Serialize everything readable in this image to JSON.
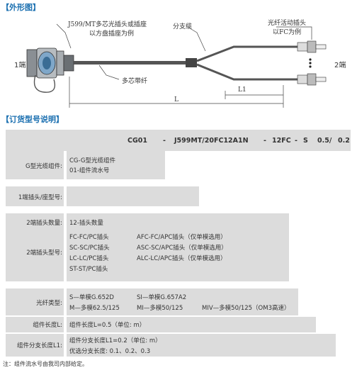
{
  "section1_title": "【外形图】",
  "diagram": {
    "end1": "1端",
    "end2": "2端",
    "connector_label_1": "J599/MT多芯光插头或插座",
    "connector_label_2": "以方盘插座为例",
    "branch_cable": "分支缆",
    "fiber_connector_1": "光纤活动插头",
    "fiber_connector_2": "以FC为例",
    "ribbon_fiber": "多芯带纤",
    "dim_L1": "L1",
    "dim_L": "L"
  },
  "section2_title": "【订货型号说明】",
  "order_code": {
    "parts": [
      "CG01",
      "-",
      "J599MT/20FC12A1N",
      "-",
      "12FC",
      "-",
      "S",
      "0.5/",
      "0.2"
    ]
  },
  "rows": {
    "gtype": {
      "label": "G型光缆组件:",
      "values": [
        "CG-G型光缆组件",
        "01-组件流水号"
      ]
    },
    "end1": {
      "label": "1端插头/座型号:"
    },
    "end2count": {
      "label": "2端插头数量:",
      "value": "12-插头数量"
    },
    "end2type": {
      "label": "2端插头型号:",
      "left": [
        "FC-FC/PC插头",
        "SC-SC/PC插头",
        "LC-LC/PC插头",
        "ST-ST/PC插头"
      ],
      "right": [
        "AFC-FC/APC插头（仅单模选用）",
        "ASC-SC/APC插头（仅单模选用）",
        "ALC-LC/APC插头（仅单模选用）"
      ]
    },
    "fiber": {
      "label": "光纤类型:",
      "line1a": "S—单模G.652D",
      "line1b": "SI—单模G.657A2",
      "line2a": "M—多模62.5/125",
      "line2b": "MI—多模50/125",
      "line2c": "MIV—多模50/125（OM3高速）"
    },
    "length": {
      "label": "组件长度L:",
      "value": "组件长度L=0.5（单位: m）"
    },
    "branch": {
      "label": "组件分支长度L1:",
      "values": [
        "组件分支长度L1=0.2（单位: m）",
        "优选分支长度: 0.1、0.2、0.3"
      ]
    }
  },
  "footnote": "注：组件流水号由我司内部给定。"
}
